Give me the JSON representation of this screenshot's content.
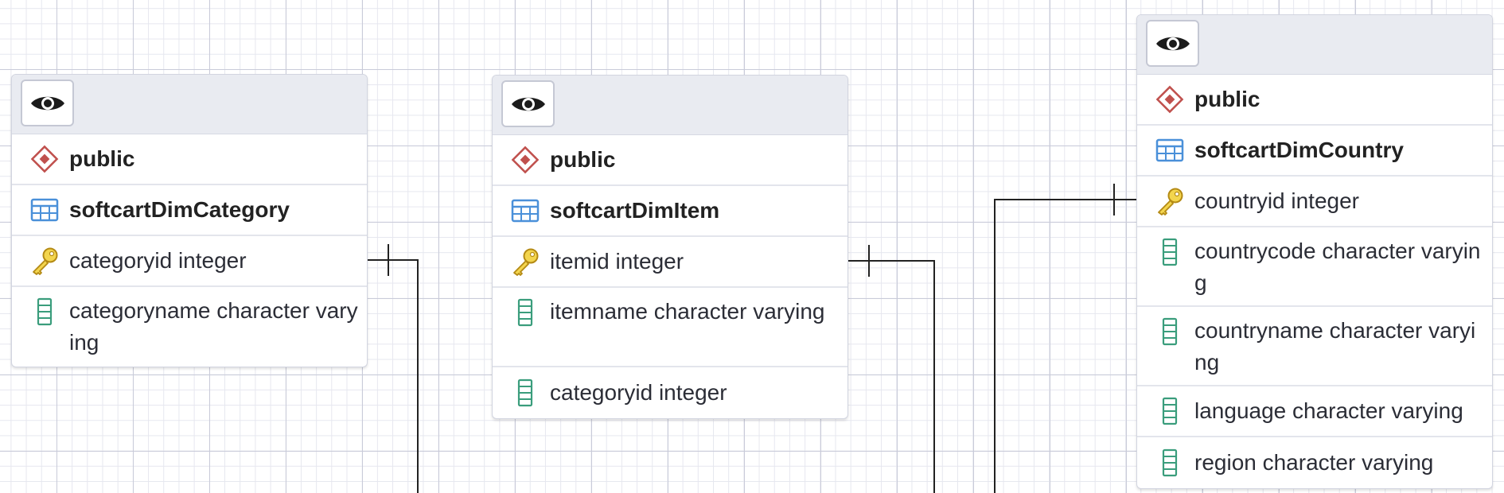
{
  "tables": [
    {
      "id": "category",
      "schema_label": "public",
      "table_name": "softcartDimCategory",
      "columns": [
        {
          "label": "categoryid integer",
          "type": "key"
        },
        {
          "label": "categoryname character varying",
          "type": "column"
        }
      ]
    },
    {
      "id": "item",
      "schema_label": "public",
      "table_name": "softcartDimItem",
      "columns": [
        {
          "label": "itemid integer",
          "type": "key"
        },
        {
          "label": "itemname character varying",
          "type": "column"
        },
        {
          "label": "categoryid integer",
          "type": "column"
        }
      ]
    },
    {
      "id": "country",
      "schema_label": "public",
      "table_name": "softcartDimCountry",
      "columns": [
        {
          "label": "countryid integer",
          "type": "key"
        },
        {
          "label": "countrycode character varying",
          "type": "column"
        },
        {
          "label": "countryname character varying",
          "type": "column"
        },
        {
          "label": "language character varying",
          "type": "column"
        },
        {
          "label": "region character varying",
          "type": "column"
        }
      ]
    }
  ],
  "icons": {
    "header": "eye-icon",
    "schema": "schema-diamond-icon",
    "table": "table-grid-icon",
    "key": "primary-key-icon",
    "column": "column-icon"
  },
  "colors": {
    "schema_icon": "#c0504d",
    "table_icon": "#4a90d9",
    "key_icon": "#e8c43a",
    "column_icon": "#3a9d7c",
    "connector": "#222222",
    "grid_major": "#c9cbd9",
    "grid_minor": "#e6e7ef"
  }
}
